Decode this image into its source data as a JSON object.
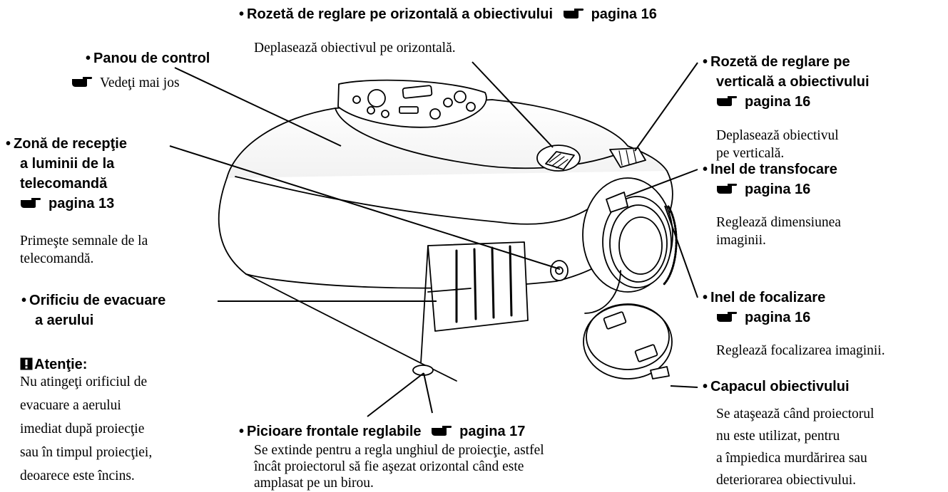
{
  "callouts": {
    "horizontal_dial": {
      "title": "Rozetă de reglare pe orizontală a obiectivului",
      "ref": "pagina 16",
      "desc": "Deplasează obiectivul pe orizontală."
    },
    "control_panel": {
      "title": "Panou de control",
      "desc": "Vedeţi mai jos"
    },
    "vertical_dial": {
      "title_line1": "Rozetă de reglare pe",
      "title_line2": "verticală a obiectivului",
      "ref": "pagina 16",
      "desc_line1": "Deplasează obiectivul",
      "desc_line2": "pe verticală."
    },
    "remote_area": {
      "title_line1": "Zonă de recepţie",
      "title_line2": "a luminii de la",
      "title_line3": "telecomandă",
      "ref": "pagina 13",
      "desc_line1": "Primeşte semnale de la",
      "desc_line2": "telecomandă."
    },
    "zoom_ring": {
      "title": "Inel de transfocare",
      "ref": "pagina 16",
      "desc_line1": "Reglează dimensiunea",
      "desc_line2": "imaginii."
    },
    "exhaust_vent": {
      "title_line1": "Orificiu de evacuare",
      "title_line2": "a aerului"
    },
    "focus_ring": {
      "title": "Inel de focalizare",
      "ref": "pagina 16",
      "desc": "Reglează focalizarea imaginii."
    },
    "caution": {
      "title": "Atenţie:",
      "lines": [
        "Nu atingeţi orificiul de",
        "evacuare a aerului",
        "imediat după proiecţie",
        "sau în timpul proiecţiei,",
        "deoarece este încins."
      ]
    },
    "front_feet": {
      "title": "Picioare frontale reglabile",
      "ref": "pagina 17",
      "desc_lines": [
        "Se extinde pentru a regla unghiul de proiecţie, astfel",
        "încât proiectorul să fie aşezat orizontal când este",
        "amplasat pe un birou."
      ]
    },
    "lens_cap": {
      "title": "Capacul obiectivului",
      "desc_lines": [
        "Se ataşează când proiectorul",
        "nu este utilizat, pentru",
        "a împiedica murdărirea sau",
        "deteriorarea obiectivului."
      ]
    }
  },
  "icons": {
    "reference": "pointing-hand-icon",
    "warning": "warning-box-icon",
    "bullet": "bullet-dot"
  }
}
